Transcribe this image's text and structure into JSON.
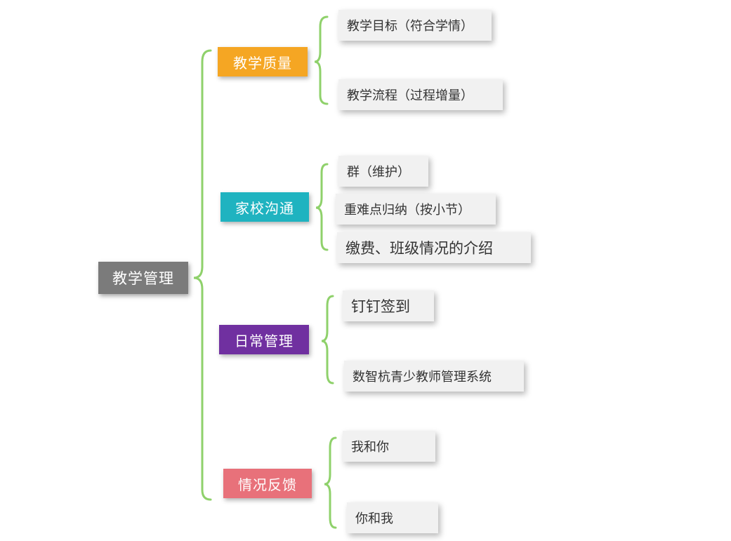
{
  "root": {
    "label": "教学管理",
    "color": "#7b7b7b"
  },
  "branch_color": "#8fd16b",
  "categories": [
    {
      "label": "教学质量",
      "color": "#f5a623",
      "items": [
        "教学目标（符合学情）",
        "教学流程（过程增量）"
      ]
    },
    {
      "label": "家校沟通",
      "color": "#1fb3c0",
      "items": [
        "群（维护）",
        "重难点归纳（按小节）",
        "缴费、班级情况的介绍"
      ]
    },
    {
      "label": "日常管理",
      "color": "#7030a0",
      "items": [
        "钉钉签到",
        "数智杭青少教师管理系统"
      ]
    },
    {
      "label": "情况反馈",
      "color": "#e8717a",
      "items": [
        "我和你",
        "你和我"
      ]
    }
  ]
}
